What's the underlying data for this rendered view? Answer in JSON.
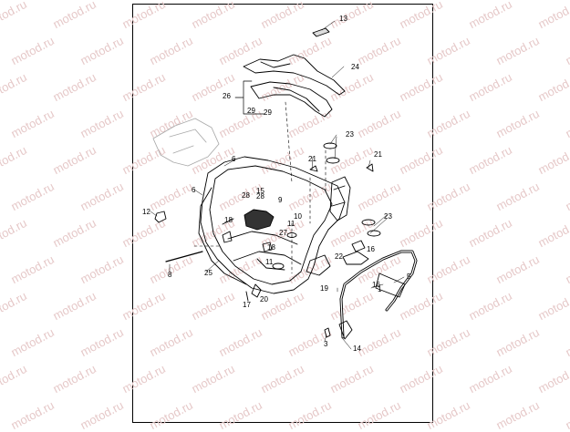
{
  "watermark": "motod.ru",
  "callouts": [
    "13",
    "24",
    "26",
    "29",
    "29",
    "23",
    "21",
    "21",
    "6",
    "6",
    "15",
    "28",
    "28",
    "9",
    "10",
    "11",
    "27",
    "12",
    "18",
    "18",
    "8",
    "25",
    "11",
    "20",
    "17",
    "22",
    "19",
    "23",
    "16",
    "5",
    "16",
    "1",
    "3",
    "14"
  ]
}
